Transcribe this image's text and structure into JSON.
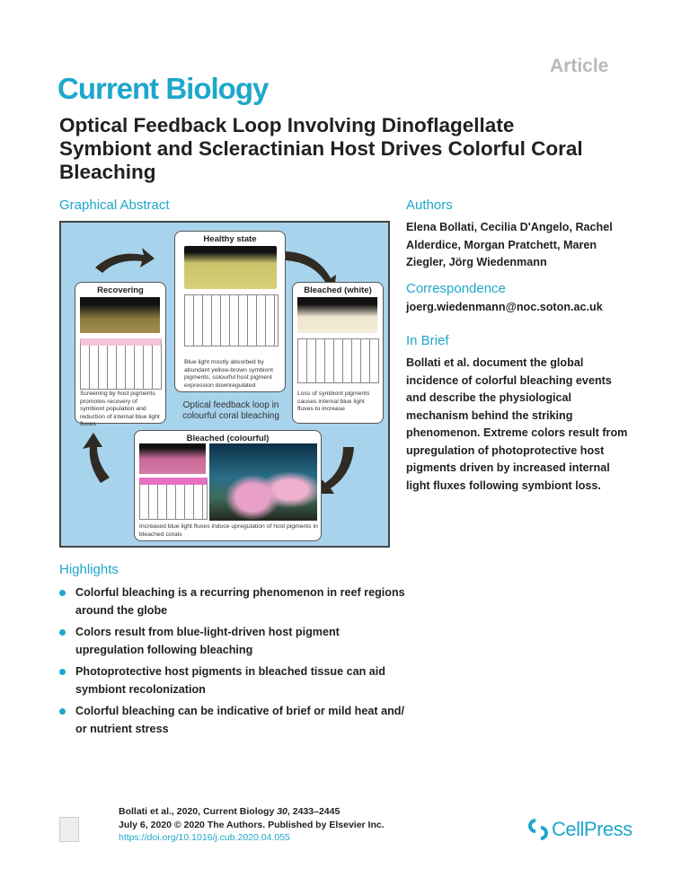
{
  "header": {
    "article_type": "Article",
    "journal": "Current Biology"
  },
  "title": "Optical Feedback Loop Involving Dinoflagellate Symbiont and Scleractinian Host Drives Colorful Coral Bleaching",
  "graphical_abstract": {
    "heading": "Graphical Abstract",
    "healthy": {
      "title": "Healthy state",
      "caption": "Blue light mostly absorbed by abundant yellow-brown symbiont pigments, colourful host pigment expression downregulated"
    },
    "recovering": {
      "title": "Recovering",
      "caption": "Screening by host pigments promotes recovery of symbiont population and reduction of internal blue light fluxes"
    },
    "bleached_white": {
      "title": "Bleached (white)",
      "caption": "Loss of symbiont pigments causes internal blue light fluxes to increase"
    },
    "bleached_colourful": {
      "title": "Bleached (colourful)",
      "caption": "Increased blue light fluxes induce upregulation of host pigments in bleached corals"
    },
    "center": "Optical feedback loop in colourful coral bleaching"
  },
  "authors": {
    "heading": "Authors",
    "names": "Elena Bollati, Cecilia D'Angelo, Rachel Alderdice, Morgan Pratchett, Maren Ziegler, Jörg Wiedenmann"
  },
  "correspondence": {
    "heading": "Correspondence",
    "email": "joerg.wiedenmann@noc.soton.ac.uk"
  },
  "in_brief": {
    "heading": "In Brief",
    "text": "Bollati et al. document the global incidence of colorful bleaching events and describe the physiological mechanism behind the striking phenomenon. Extreme colors result from upregulation of photoprotective host pigments driven by increased internal light fluxes following symbiont loss."
  },
  "highlights": {
    "heading": "Highlights",
    "items": [
      "Colorful bleaching is a recurring phenomenon in reef regions around the globe",
      "Colors result from blue-light-driven host pigment upregulation following bleaching",
      "Photoprotective host pigments in bleached tissue can aid symbiont recolonization",
      "Colorful bleaching can be indicative of brief or mild heat and/ or nutrient stress"
    ]
  },
  "footer": {
    "citation_prefix": "Bollati et al., 2020, Current Biology ",
    "volume": "30",
    "pages": ", 2433–2445",
    "copyright": "July 6, 2020 © 2020 The Authors. Published by Elsevier Inc.",
    "doi": "https://doi.org/10.1016/j.cub.2020.04.055",
    "publisher": "CellPress"
  }
}
